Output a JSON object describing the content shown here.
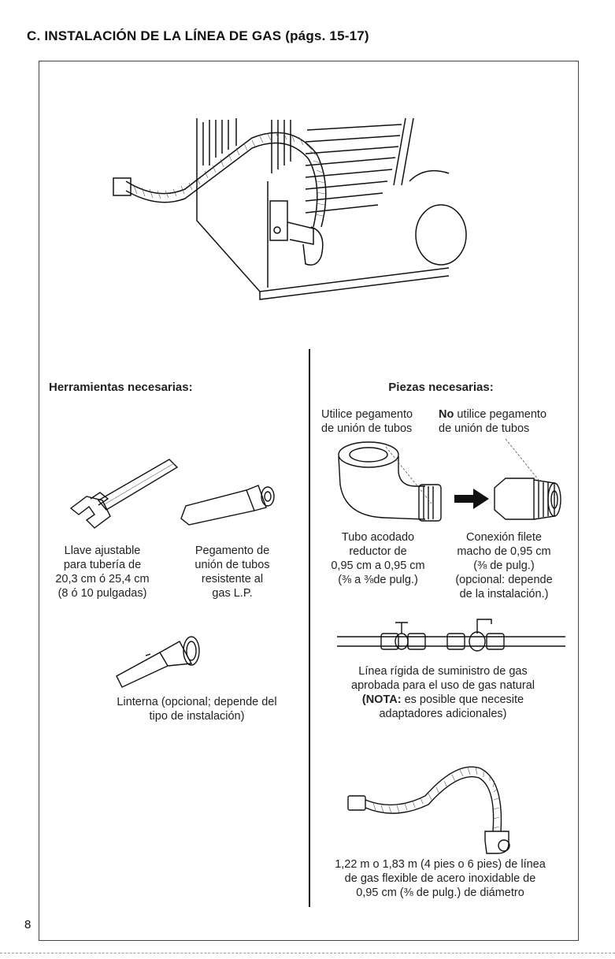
{
  "page": {
    "heading": "C. INSTALACIÓN DE LA LÍNEA DE GAS (págs. 15-17)",
    "page_number": "8"
  },
  "tools": {
    "title": "Herramientas necesarias:",
    "wrench": [
      "Llave ajustable",
      "para tubería de",
      "20,3 cm ó 25,4 cm",
      "(8 ó 10 pulgadas)"
    ],
    "compound": [
      "Pegamento de",
      "unión de tubos",
      "resistente al",
      "gas L.P."
    ],
    "flashlight": [
      "Linterna (opcional; depende del",
      "tipo de instalación)"
    ]
  },
  "parts": {
    "title": "Piezas necesarias:",
    "use_compound": [
      "Utilice pegamento",
      "de unión de tubos"
    ],
    "no_compound_bold": "No",
    "no_compound_rest": " utilice pegamento",
    "no_compound_line2": "de unión de tubos",
    "elbow": [
      "Tubo acodado",
      "reductor de",
      "0,95 cm a 0,95 cm",
      "(⅜ a ⅜de pulg.)"
    ],
    "flare": [
      "Conexión filete",
      "macho de 0,95 cm",
      "(⅜ de pulg.)",
      "(opcional: depende",
      "de la instalación.)"
    ],
    "rigid_line": [
      "Línea rígida de suministro de gas",
      "aprobada para el uso de gas natural"
    ],
    "nota_bold": "(NOTA:",
    "nota_rest": " es posible que necesite",
    "nota_line2": "adaptadores adicionales)",
    "flex_line": [
      "1,22 m o 1,83 m (4 pies o 6 pies) de línea",
      "de gas flexible de acero inoxidable de",
      "0,95 cm (⅜ de pulg.) de diámetro"
    ]
  }
}
